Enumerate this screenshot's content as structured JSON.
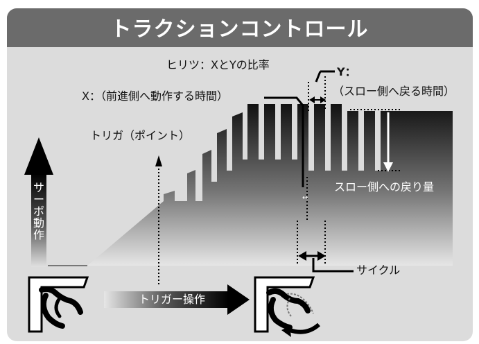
{
  "title": "トラクションコントロール",
  "ratio_label": "ヒリツ：XとYの比率",
  "x_label": "X：（前進側へ動作する時間）",
  "y_label_line1": "Y：",
  "y_label_line2": "（スロー側へ戻る時間）",
  "trigger_point_label": "トリガ（ポイント）",
  "servo_label": "サーボ動作",
  "return_amount_label": "スロー側への戻り量",
  "cycle_label": "サイクル",
  "trigger_operation_label": "トリガー操作",
  "colors": {
    "banner": "#6b6b6b",
    "panel": "#dcdcdc",
    "dark": "#1a1a1a",
    "return_arrow": "#ffffff"
  }
}
